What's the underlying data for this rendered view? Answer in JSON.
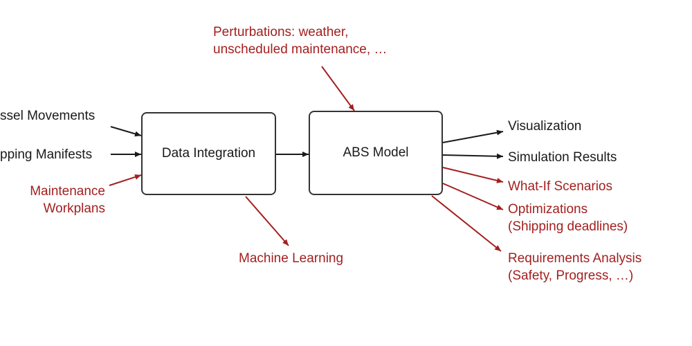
{
  "perturbations": {
    "line1": "Perturbations: weather,",
    "line2": "unscheduled maintenance, …"
  },
  "inputs": {
    "vessel_movements": "ssel Movements",
    "shipping_manifests": "pping Manifests",
    "maintenance_line1": "Maintenance",
    "maintenance_line2": "Workplans"
  },
  "boxes": {
    "data_integration": "Data Integration",
    "abs_model": "ABS Model"
  },
  "machine_learning": "Machine Learning",
  "outputs": {
    "visualization": "Visualization",
    "simulation_results": "Simulation Results",
    "what_if": "What-If Scenarios",
    "optimizations_line1": "Optimizations",
    "optimizations_line2": "(Shipping deadlines)",
    "requirements_line1": "Requirements Analysis",
    "requirements_line2": "(Safety, Progress, …)"
  },
  "colors": {
    "black": "#1a1a1a",
    "red": "#a31f1f"
  }
}
